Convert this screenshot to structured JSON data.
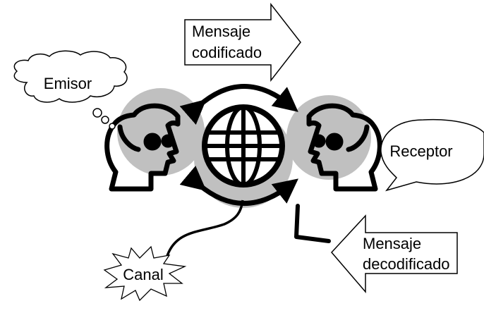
{
  "labels": {
    "emisor": "Emisor",
    "receptor": "Receptor",
    "mensaje_codificado_l1": "Mensaje",
    "mensaje_codificado_l2": "codificado",
    "mensaje_decodificado_l1": "Mensaje",
    "mensaje_decodificado_l2": "decodificado",
    "canal": "Canal"
  },
  "icons": {
    "sender": "person-head-icon",
    "receiver": "person-head-icon",
    "center": "globe-icon",
    "cycle": "circular-arrows-icon"
  },
  "colors": {
    "stroke": "#000000",
    "background_circle": "#c0c0c0",
    "fill": "#ffffff"
  }
}
